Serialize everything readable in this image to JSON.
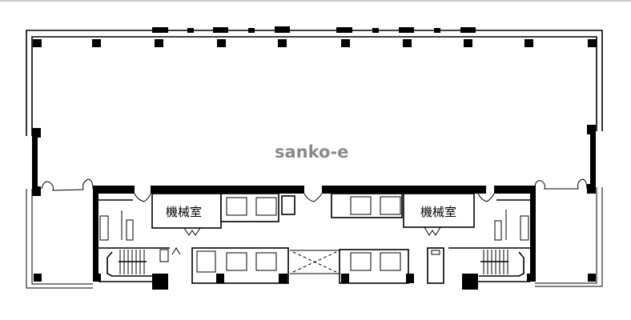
{
  "floor_plan": {
    "watermark": "sanko-e",
    "rooms": [
      {
        "id": "machine-room-left",
        "label": "機械室"
      },
      {
        "id": "machine-room-right",
        "label": "機械室"
      }
    ],
    "colors": {
      "walls": "#000000",
      "background": "#ffffff",
      "watermark": "#8a8a8a",
      "top_rule": "#c8c8c8"
    }
  }
}
